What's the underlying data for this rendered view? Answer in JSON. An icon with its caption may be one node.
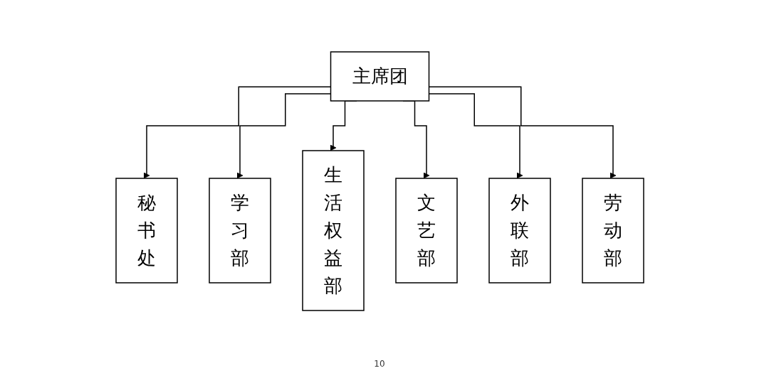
{
  "diagram": {
    "nodes": [
      {
        "text": [
          "主席团"
        ]
      },
      {
        "text": [
          "秘书处"
        ]
      },
      {
        "text": [
          "学习部"
        ]
      },
      {
        "text": [
          "生活权益部"
        ]
      },
      {
        "text": [
          "文艺部"
        ]
      },
      {
        "text": [
          "外联部"
        ]
      },
      {
        "text": [
          "劳动部"
        ]
      }
    ],
    "edges": [
      {
        "from": 0,
        "to": 1,
        "arrow": "to"
      },
      {
        "from": 0,
        "to": 2,
        "arrow": "to"
      },
      {
        "from": 0,
        "to": 3,
        "arrow": "to"
      },
      {
        "from": 0,
        "to": 4,
        "arrow": "to"
      },
      {
        "from": 0,
        "to": 5,
        "arrow": "to"
      },
      {
        "from": 0,
        "to": 6,
        "arrow": "to"
      }
    ],
    "labels": [
      "10"
    ]
  }
}
